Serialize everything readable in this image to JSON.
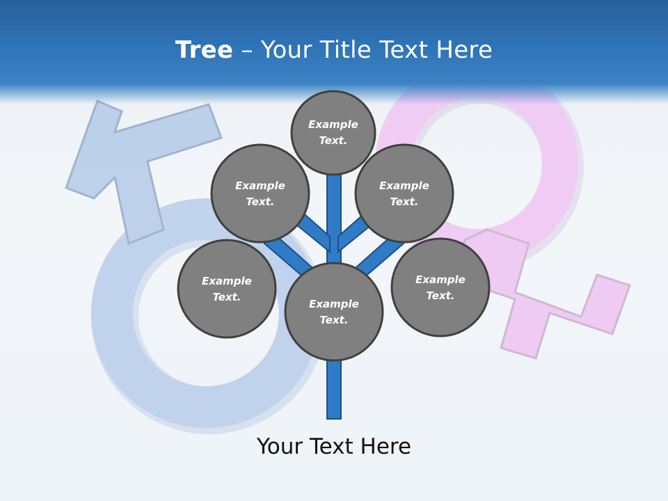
{
  "title": {
    "bold": "Tree",
    "separator": " – ",
    "text": "Your Title Text Here"
  },
  "nodes": [
    {
      "id": "top",
      "line1": "Example",
      "line2": "Text."
    },
    {
      "id": "upper-left",
      "line1": "Example",
      "line2": "Text."
    },
    {
      "id": "upper-right",
      "line1": "Example",
      "line2": "Text."
    },
    {
      "id": "lower-left",
      "line1": "Example",
      "line2": "Text."
    },
    {
      "id": "center",
      "line1": "Example",
      "line2": "Text."
    },
    {
      "id": "lower-right",
      "line1": "Example",
      "line2": "Text."
    }
  ],
  "caption": "Your Text Here",
  "colors": {
    "header": "#2f74b7",
    "trunk": "#2f7bc6",
    "trunk_outline": "#1c4e86",
    "node_fill": "#808080",
    "node_outline": "#404040",
    "male_symbol": "#b8cdeb",
    "female_symbol": "#f0c8f4"
  },
  "icons": [
    "male-symbol-icon",
    "female-symbol-icon"
  ]
}
